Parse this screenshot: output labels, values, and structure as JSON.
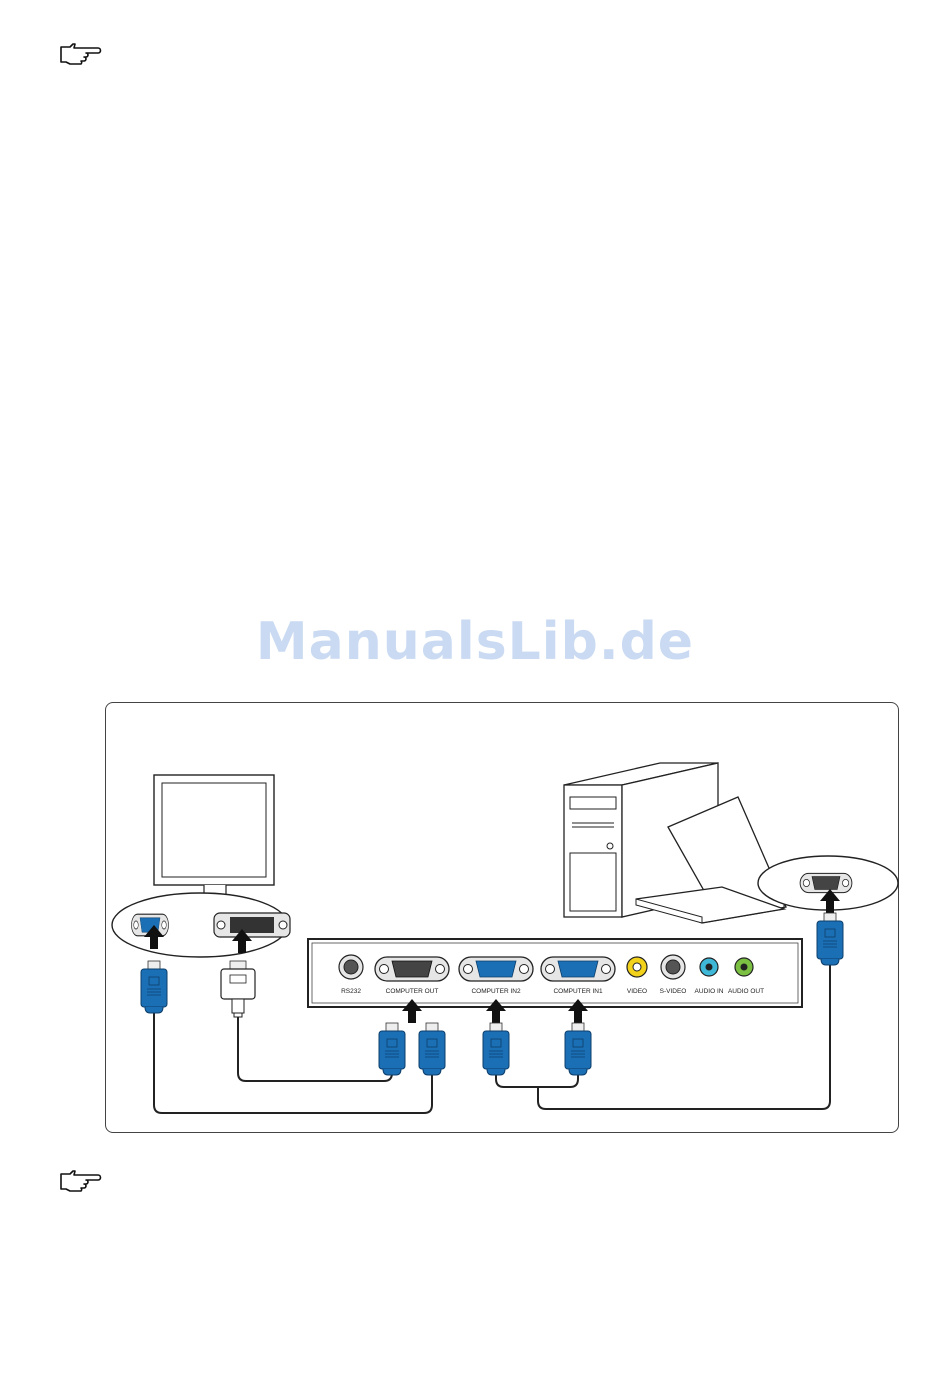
{
  "watermark": "ManualsLib.de",
  "ports": {
    "rs232": "RS232",
    "computer_out": "COMPUTER OUT",
    "computer_in2": "COMPUTER IN2",
    "computer_in1": "COMPUTER IN1",
    "video": "VIDEO",
    "s_video": "S-VIDEO",
    "audio_in": "AUDIO IN",
    "audio_out": "AUDIO OUT"
  },
  "icons": {
    "top_note": "pointing-hand-note-icon",
    "bottom_note": "pointing-hand-note-icon"
  },
  "colors": {
    "connector_blue": "#1b6fb5",
    "video_yellow": "#f2d21b",
    "audio_in_cyan": "#3fb8d8",
    "audio_out_green": "#7cc043",
    "watermark": "#c9daf2"
  }
}
